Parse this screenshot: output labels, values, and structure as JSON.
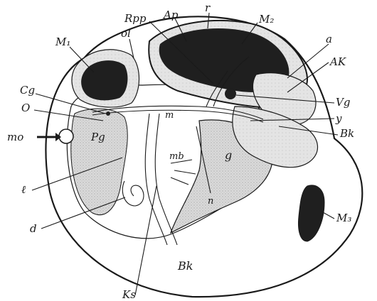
{
  "labels": {
    "Rpp": "Rpp",
    "Ap": "Ap",
    "r": "r",
    "M2": "M₂",
    "M1": "M₁",
    "ol": "ol",
    "a": "a",
    "AK": "AK",
    "Cg": "Cg",
    "O": "O",
    "m": "m",
    "Vg": "Vg",
    "y": "y",
    "Bk_right": "Bk",
    "mo": "mo",
    "Pg": "Pg",
    "mb": "mb",
    "g": "g",
    "l": "ℓ",
    "n": "n",
    "M3": "M₃",
    "d": "d",
    "Bk_bottom": "Bk",
    "Ks": "Ks"
  },
  "colors": {
    "ink": "#1a1a1a",
    "stipple": "#d2d2d2",
    "stipple_light": "#e2e2e2",
    "dark_muscle": "#1f1f1f",
    "background": "#ffffff"
  }
}
